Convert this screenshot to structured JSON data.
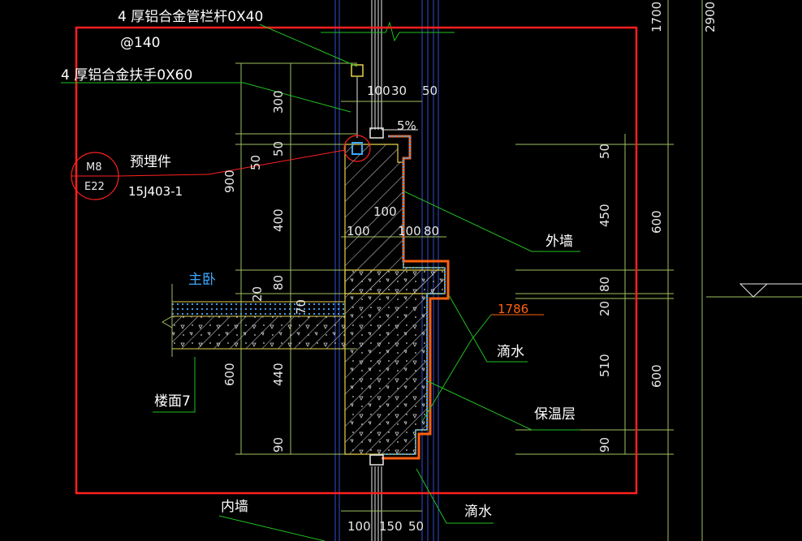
{
  "colors": {
    "background": "#000000",
    "frame": "#ff2020",
    "leader": "#20c020",
    "dim_line": "#a0c060",
    "wall_outline": "#e6d24a",
    "insulation": "#ff6010",
    "grid_line": "#3050d0",
    "text": "#f0f0f0",
    "room_label": "#3da8ff",
    "marker": "#ff2020"
  },
  "labels": {
    "railing_pipe": "4 厚铝合金管栏杆0X40",
    "railing_spacing": "@140",
    "handrail": "4 厚铝合金扶手0X60",
    "embed_marker_top": "M8",
    "embed_marker_bottom": "E22",
    "embedded_part": "预埋件",
    "embedded_std": "15J403-1",
    "exterior_wall": "外墙",
    "room": "主卧",
    "drip_top": "滴水",
    "insulation": "保温层",
    "floor": "楼面7",
    "interior_wall": "内墙",
    "drip_bottom": "滴水",
    "elevation_ref": "1786",
    "slope": "5%"
  },
  "dimensions": {
    "left_column": [
      "300",
      "50",
      "400",
      "20",
      "80",
      "600",
      "440",
      "90"
    ],
    "left_outer": "900",
    "left_small": "50",
    "floor_thk": "70",
    "top_row": [
      "100",
      "30",
      "50"
    ],
    "mid_row": [
      "100",
      "100",
      "100",
      "80"
    ],
    "bottom_row": [
      "100",
      "150",
      "50"
    ],
    "right_column": [
      "50",
      "450",
      "80",
      "20",
      "510",
      "90"
    ],
    "right_outer": [
      "1700",
      "2900",
      "600",
      "600"
    ]
  }
}
